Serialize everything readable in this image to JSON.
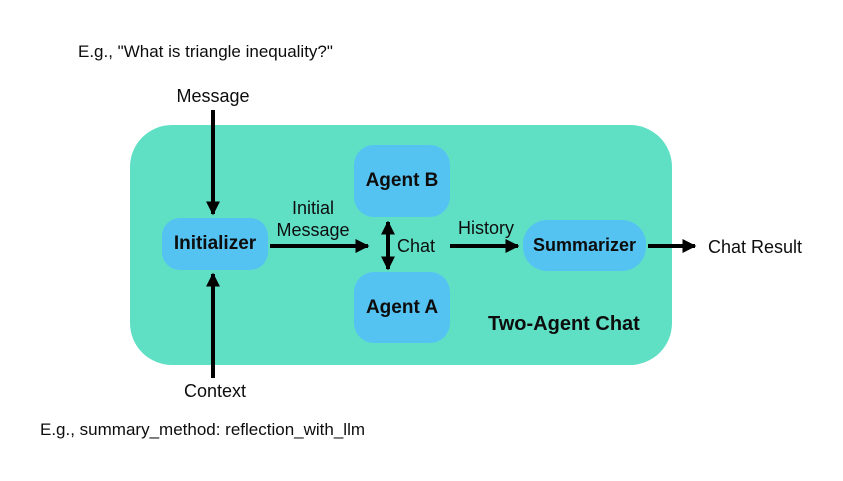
{
  "colors": {
    "background": "#ffffff",
    "container_fill": "#5fe0c5",
    "node_fill": "#55c3f2",
    "text": "#0d0d0d",
    "arrow": "#000000"
  },
  "annotations": {
    "top_example": "E.g., \"What is triangle inequality?\"",
    "bottom_example": "E.g., summary_method: reflection_with_llm"
  },
  "external_labels": {
    "message": "Message",
    "context": "Context",
    "chat_result": "Chat Result"
  },
  "container": {
    "title": "Two-Agent Chat"
  },
  "nodes": {
    "initializer": {
      "label": "Initializer"
    },
    "agent_b": {
      "label": "Agent B"
    },
    "agent_a": {
      "label": "Agent A"
    },
    "summarizer": {
      "label": "Summarizer"
    }
  },
  "edge_labels": {
    "initial_message": "Initial Message",
    "chat": "Chat",
    "history": "History"
  }
}
